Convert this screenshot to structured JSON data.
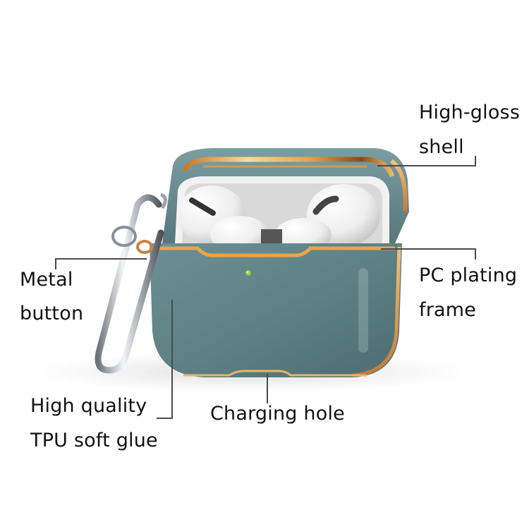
{
  "product": {
    "description": "AirPods Pro protective case with gold plated frame and carabiner",
    "colors": {
      "shell": "#5f8286",
      "shell_dark": "#4b6b70",
      "gold_frame": "#e2a04a",
      "gold_highlight": "#ffd898",
      "inner_white": "#f2f2f2",
      "carabiner": "#b8bcc4",
      "indicator_led": "#8fd13a",
      "leader_line": "#4a4a4a",
      "background": "#ffffff"
    }
  },
  "callouts": {
    "high_gloss_shell": {
      "line1": "High-gloss",
      "line2": "shell"
    },
    "metal_button": {
      "line1": "Metal",
      "line2": "button"
    },
    "pc_plating_frame": {
      "line1": "PC plating",
      "line2": "frame"
    },
    "tpu_soft_glue": {
      "line1": "High quality",
      "line2": "TPU soft glue"
    },
    "charging_hole": {
      "line1": "Charging hole"
    }
  }
}
